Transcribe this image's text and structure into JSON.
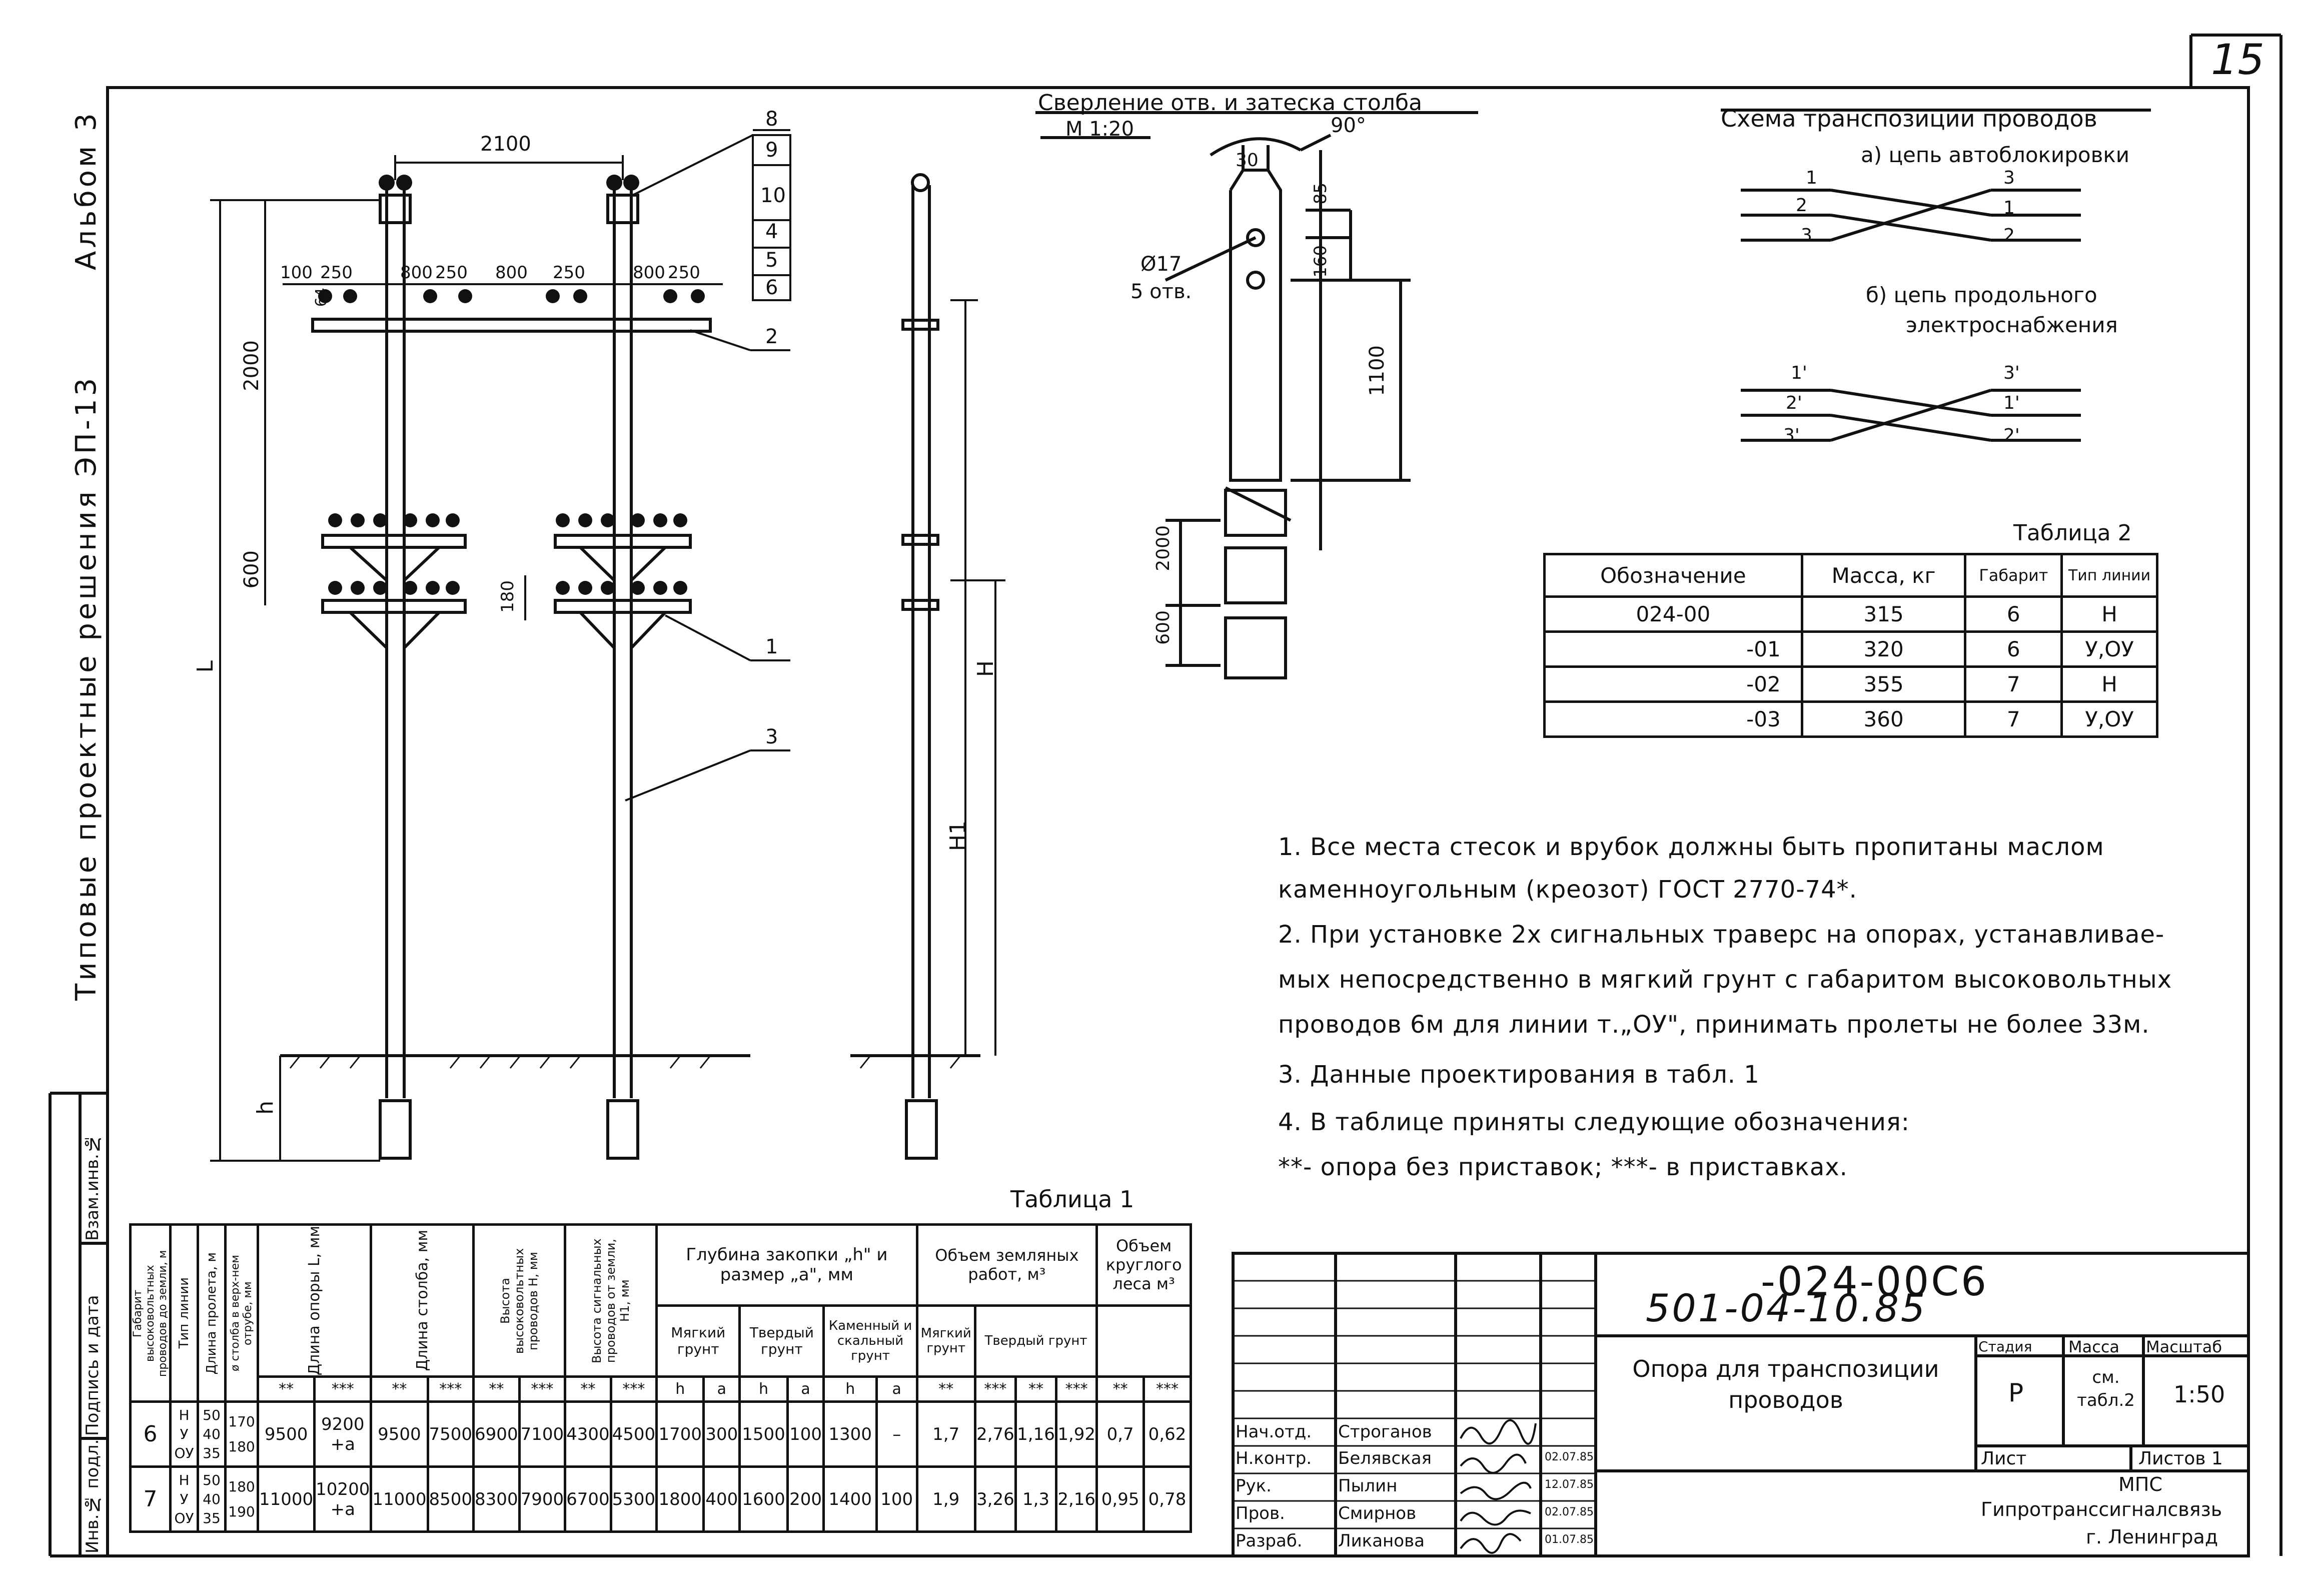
{
  "page_number": "15",
  "side_margin": {
    "series": "Типовые проектные решения ЭП-13",
    "album": "Альбом 3",
    "stamp_labels": [
      "Инв.№ подл.",
      "Подпись и дата",
      "Взам.инв.№"
    ]
  },
  "views": {
    "top_dim": "2100",
    "callouts": [
      "8",
      "9",
      "10",
      "4",
      "5",
      "6",
      "2",
      "1",
      "3"
    ],
    "crossarm_dims": [
      "100",
      "250",
      "800",
      "250",
      "800",
      "250",
      "800",
      "250"
    ],
    "offsets": [
      "64",
      "2"
    ],
    "dims_left": [
      "2000",
      "600",
      "180",
      "L",
      "h"
    ],
    "dims_right": [
      "H",
      "H1"
    ]
  },
  "drilling": {
    "title": "Сверление отв. и затеска столба",
    "scale": "М 1:20",
    "angle_30": "30",
    "angle_90": "90°",
    "hole": "Ø17",
    "holes_count": "5 отв.",
    "dims": [
      "85",
      "160",
      "1100",
      "2000",
      "600"
    ]
  },
  "transposition": {
    "title": "Схема транспозиции проводов",
    "a_label": "а) цепь автоблокировки",
    "b_label_1": "б) цепь продольного",
    "b_label_2": "электроснабжения",
    "a_left": [
      "1",
      "2",
      "3"
    ],
    "a_right": [
      "3",
      "1",
      "2"
    ],
    "b_left": [
      "1'",
      "2'",
      "3'"
    ],
    "b_right": [
      "3'",
      "1'",
      "2'"
    ]
  },
  "table2": {
    "caption": "Таблица 2",
    "headers": [
      "Обозначение",
      "Масса, кг",
      "Габарит",
      "Тип линии"
    ],
    "rows": [
      [
        "024-00",
        "315",
        "6",
        "Н"
      ],
      [
        "-01",
        "320",
        "6",
        "У,ОУ"
      ],
      [
        "-02",
        "355",
        "7",
        "Н"
      ],
      [
        "-03",
        "360",
        "7",
        "У,ОУ"
      ]
    ]
  },
  "notes": [
    "1. Все места стесок и врубок должны быть пропитаны маслом",
    "каменноугольным (креозот) ГОСТ 2770-74*.",
    "2. При установке 2х сигнальных траверс на опорах, устанавливае-",
    "мых непосредственно в мягкий грунт с габаритом высоковольтных",
    "проводов 6м для линии т.„ОУ\", принимать пролеты не более 33м.",
    "3. Данные проектирования в табл. 1",
    "4. В таблице приняты следующие обозначения:",
    "**- опора без приставок; ***- в приставках."
  ],
  "table1": {
    "caption": "Таблица 1",
    "h_gabarit": "Габарит высоковольтных проводов до земли, м",
    "h_type": "Тип линии",
    "h_span": "Длина пролета, м",
    "h_diam": "ø столба в верх-нем отрубе, мм",
    "h_length_L": "Длина опоры L, мм",
    "h_pole_len": "Длина столба, мм",
    "h_height_H": "Высота высоковольтных проводов Н, мм",
    "h_height_H1": "Высота сигнальных проводов от земли, Н1, мм",
    "h_depth": "Глубина закопки „h\" и размер „a\", мм",
    "h_soft": "Мягкий грунт",
    "h_hard": "Твердый грунт",
    "h_rock": "Каменный и скальный грунт",
    "h_earth": "Объем земляных работ, м³",
    "h_timber": "Объем круглого леса м³",
    "star2": "**",
    "star3": "***",
    "h": "h",
    "a": "a",
    "rows": [
      {
        "gab": "6",
        "types": [
          "Н",
          "У",
          "ОУ"
        ],
        "spans": [
          "50",
          "40",
          "35"
        ],
        "diams": [
          "170",
          "180"
        ],
        "L2": "9500",
        "L3": "9200\n+a",
        "P2": "9500",
        "P3": "7500",
        "H2": "6900",
        "H3": "7100",
        "H12": "4300",
        "H13": "4500",
        "sh": "1700",
        "sa": "300",
        "hh": "1500",
        "ha": "100",
        "rh": "1300",
        "ra": "–",
        "e1": "1,7",
        "e2": "2,76",
        "e3": "1,16",
        "e4": "1,92",
        "w1": "0,7",
        "w2": "0,62"
      },
      {
        "gab": "7",
        "types": [
          "Н",
          "У",
          "ОУ"
        ],
        "spans": [
          "50",
          "40",
          "35"
        ],
        "diams": [
          "180",
          "190"
        ],
        "L2": "11000",
        "L3": "10200\n+a",
        "P2": "11000",
        "P3": "8500",
        "H2": "8300",
        "H3": "7900",
        "H12": "6700",
        "H13": "5300",
        "sh": "1800",
        "sa": "400",
        "hh": "1600",
        "ha": "200",
        "rh": "1400",
        "ra": "100",
        "e1": "1,9",
        "e2": "3,26",
        "e3": "1,3",
        "e4": "2,16",
        "w1": "0,95",
        "w2": "0,78"
      }
    ]
  },
  "title_block": {
    "code_top": "-024-00С6",
    "code_main": "501-04-10.85",
    "name": "Опора для транспозиции проводов",
    "stage_h": "Стадия",
    "mass_h": "Масса",
    "scale_h": "Масштаб",
    "stage": "Р",
    "mass": "см. табл.2",
    "scale": "1:50",
    "sheet": "Лист",
    "sheets": "Листов 1",
    "org1": "МПС",
    "org2": "Гипротранссигналсвязь",
    "org3": "г. Ленинград",
    "roles": [
      "Нач.отд.",
      "Н.контр.",
      "Рук.",
      "Пров.",
      "Разраб."
    ],
    "names": [
      "Строганов",
      "Белявская",
      "Пылин",
      "Смирнов",
      "Ликанова"
    ],
    "dates": [
      "",
      "02.07.85",
      "12.07.85",
      "02.07.85",
      "01.07.85"
    ]
  }
}
